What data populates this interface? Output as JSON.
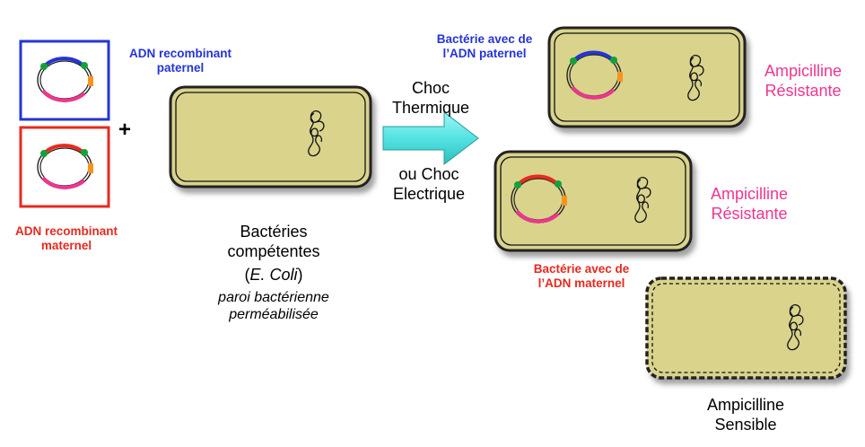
{
  "colors": {
    "blue_label": "#2434d6",
    "red_label": "#e8291f",
    "pink_label": "#f0358f",
    "cell_fill": "#d9d38c",
    "arrow_fill": "#66e8e8"
  },
  "labels": {
    "paternal_plasmid": "ADN recombinant\npaternel",
    "maternal_plasmid": "ADN recombinant\nmaternel",
    "plus": "+",
    "competent": "Bactéries\ncompétentes",
    "ecoli_open": "(",
    "ecoli_name": "E. Coli",
    "ecoli_close": ")",
    "wall": "paroi bactérienne\nperméabilisée",
    "shock_thermal": "Choc\nThermique",
    "shock_electric": "ou Choc\nElectrique",
    "paternal_bacterium": "Bactérie avec de\nl’ADN paternel",
    "maternal_bacterium": "Bactérie avec de\nl’ADN maternel",
    "resistant_1": "Ampicilline\nRésistante",
    "resistant_2": "Ampicilline\nRésistante",
    "sensitive": "Ampicilline\nSensible"
  }
}
